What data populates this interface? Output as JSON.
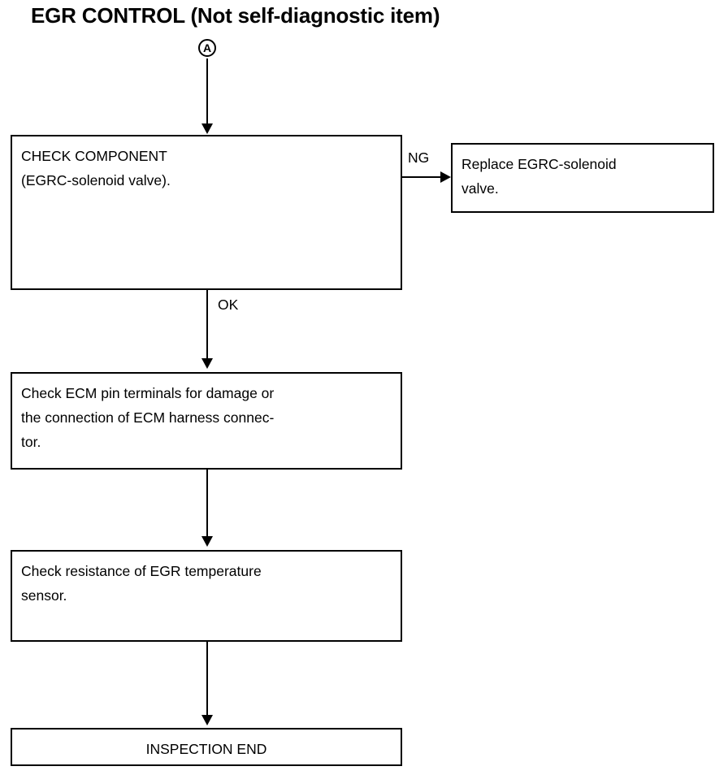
{
  "diagram": {
    "title": "EGR CONTROL (Not self-diagnostic item)",
    "entry_marker": "A",
    "nodes": [
      {
        "id": "check-component",
        "text": "CHECK COMPONENT\n(EGRC-solenoid valve).",
        "align": "left"
      },
      {
        "id": "replace-solenoid",
        "text": "Replace EGRC-solenoid\nvalve.",
        "align": "left"
      },
      {
        "id": "check-ecm-pin-terminals",
        "text": "Check ECM pin terminals for damage or\nthe connection of ECM harness connec-\ntor.",
        "align": "left"
      },
      {
        "id": "check-egr-temp-sensor",
        "text": "Check resistance of EGR temperature\nsensor.",
        "align": "left"
      },
      {
        "id": "inspection-end",
        "text": "INSPECTION END",
        "align": "center"
      }
    ],
    "branch_labels": {
      "ng": "NG",
      "ok": "OK"
    },
    "colors": {
      "stroke": "#000000",
      "background": "#ffffff"
    }
  }
}
